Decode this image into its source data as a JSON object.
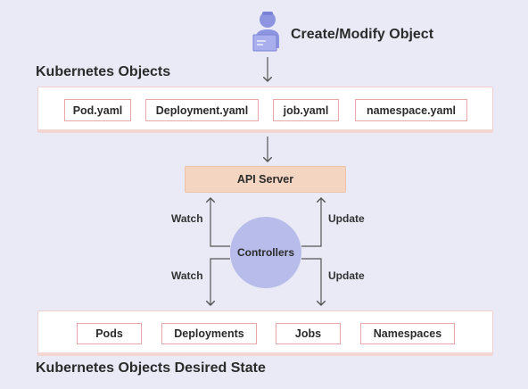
{
  "header": {
    "title": "Create/Modify Object",
    "user_icon": "user-at-laptop-icon"
  },
  "objects_section": {
    "title": "Kubernetes Objects",
    "files": [
      "Pod.yaml",
      "Deployment.yaml",
      "job.yaml",
      "namespace.yaml"
    ]
  },
  "api_server": {
    "label": "API Server"
  },
  "controllers": {
    "label": "Controllers"
  },
  "edges": {
    "watch_top": "Watch",
    "watch_bottom": "Watch",
    "update_top": "Update",
    "update_bottom": "Update"
  },
  "desired_section": {
    "title": "Kubernetes Objects Desired State",
    "items": [
      "Pods",
      "Deployments",
      "Jobs",
      "Namespaces"
    ]
  },
  "colors": {
    "background": "#e9eaf6",
    "api_server": "#f4d5c1",
    "controllers": "#b7bcea",
    "user_icon": "#8e95e0",
    "arrow": "#555555"
  }
}
